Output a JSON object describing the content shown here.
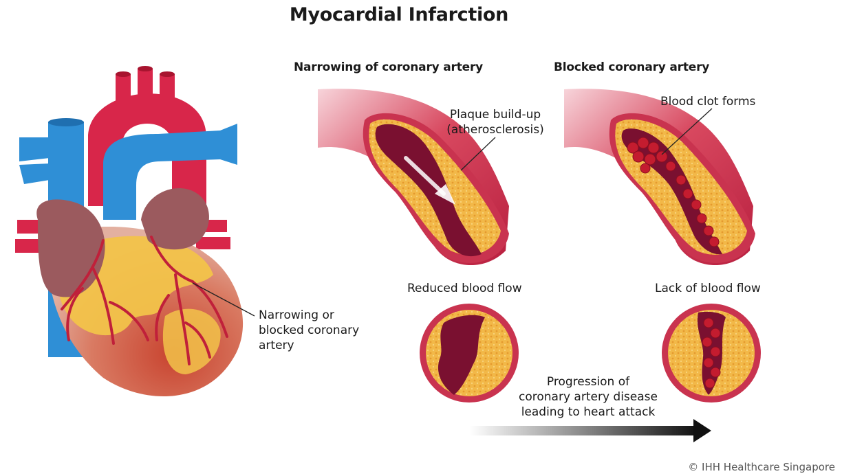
{
  "title": "Myocardial Infarction",
  "headings": {
    "narrowing": "Narrowing of coronary artery",
    "blocked": "Blocked coronary artery"
  },
  "labels": {
    "plaque_line1": "Plaque build-up",
    "plaque_line2": "(atherosclerosis)",
    "clot": "Blood clot forms",
    "reduced_flow": "Reduced blood flow",
    "lack_flow": "Lack of blood flow",
    "heart_line1": "Narrowing or",
    "heart_line2": "blocked coronary",
    "heart_line3": "artery",
    "progression_line1": "Progression of",
    "progression_line2": "coronary artery disease",
    "progression_line3": "leading to heart attack"
  },
  "copyright": "© IHH Healthcare Singapore",
  "colors": {
    "vein_blue": "#2f8fd6",
    "aorta_red": "#d8264a",
    "artery_wall": "#c9334f",
    "plaque": "#f2b848",
    "lumen": "#7a1030",
    "heart_muscle": "#d4574a",
    "atrium": "#9b5a5e"
  }
}
